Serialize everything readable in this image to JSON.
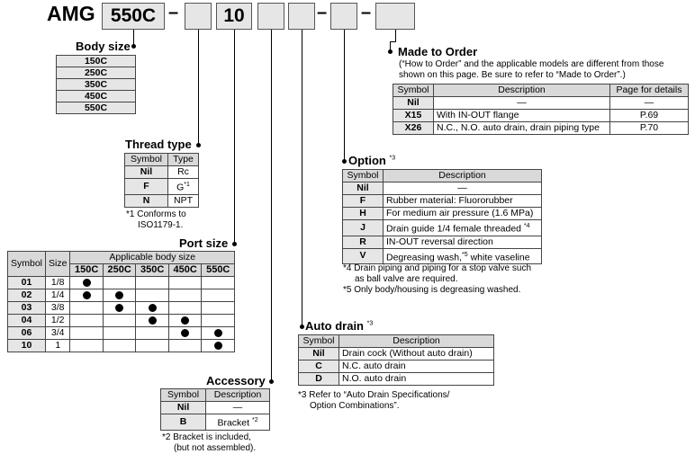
{
  "header": {
    "prefix": "AMG",
    "model": "550C",
    "port": "10",
    "dash": "–"
  },
  "body_size": {
    "title": "Body size",
    "items": [
      "150C",
      "250C",
      "350C",
      "450C",
      "550C"
    ]
  },
  "thread_type": {
    "title": "Thread type",
    "h_symbol": "Symbol",
    "h_type": "Type",
    "rows": [
      {
        "symbol": "Nil",
        "type": "Rc",
        "sup": ""
      },
      {
        "symbol": "F",
        "type": "G",
        "sup": "*1"
      },
      {
        "symbol": "N",
        "type": "NPT",
        "sup": ""
      }
    ],
    "note_line1": "*1  Conforms to",
    "note_line2": "ISO1179-1."
  },
  "port_size": {
    "title": "Port size",
    "h_symbol": "Symbol",
    "h_size": "Size",
    "h_applicable": "Applicable body size",
    "sizes": [
      "150C",
      "250C",
      "350C",
      "450C",
      "550C"
    ],
    "rows": [
      {
        "symbol": "01",
        "size": "1/8",
        "marks": [
          true,
          false,
          false,
          false,
          false
        ]
      },
      {
        "symbol": "02",
        "size": "1/4",
        "marks": [
          true,
          true,
          false,
          false,
          false
        ]
      },
      {
        "symbol": "03",
        "size": "3/8",
        "marks": [
          false,
          true,
          true,
          false,
          false
        ]
      },
      {
        "symbol": "04",
        "size": "1/2",
        "marks": [
          false,
          false,
          true,
          true,
          false
        ]
      },
      {
        "symbol": "06",
        "size": "3/4",
        "marks": [
          false,
          false,
          false,
          true,
          true
        ]
      },
      {
        "symbol": "10",
        "size": "1",
        "marks": [
          false,
          false,
          false,
          false,
          true
        ]
      }
    ]
  },
  "accessory": {
    "title": "Accessory",
    "h_symbol": "Symbol",
    "h_desc": "Description",
    "rows": [
      {
        "symbol": "Nil",
        "desc": "—",
        "sup": ""
      },
      {
        "symbol": "B",
        "desc": "Bracket",
        "sup": "*2"
      }
    ],
    "note_line1": "*2  Bracket is included,",
    "note_line2": "(but not assembled)."
  },
  "auto_drain": {
    "title": "Auto drain",
    "title_sup": "*3",
    "h_symbol": "Symbol",
    "h_desc": "Description",
    "rows": [
      {
        "symbol": "Nil",
        "desc": "Drain cock (Without auto drain)"
      },
      {
        "symbol": "C",
        "desc": "N.C. auto drain"
      },
      {
        "symbol": "D",
        "desc": "N.O. auto drain"
      }
    ],
    "note_line1": "*3  Refer to “Auto Drain Specifications/",
    "note_line2": "Option Combinations”."
  },
  "option": {
    "title": "Option",
    "title_sup": "*3",
    "h_symbol": "Symbol",
    "h_desc": "Description",
    "rows": [
      {
        "symbol": "Nil",
        "desc": "—",
        "sup": ""
      },
      {
        "symbol": "F",
        "desc": "Rubber material: Fluororubber",
        "sup": ""
      },
      {
        "symbol": "H",
        "desc": "For medium air pressure (1.6 MPa)",
        "sup": ""
      },
      {
        "symbol": "J",
        "desc": "Drain guide 1/4 female threaded",
        "sup": "*4"
      },
      {
        "symbol": "R",
        "desc": "IN-OUT reversal direction",
        "sup": ""
      },
      {
        "symbol": "V",
        "desc": "Degreasing wash,",
        "sup": "*5",
        "desc2": " white vaseline"
      }
    ],
    "note4_line1": "*4  Drain piping and piping for a stop valve such",
    "note4_line2": "as ball valve are required.",
    "note5": "*5  Only body/housing is degreasing washed."
  },
  "made_to_order": {
    "title": "Made to Order",
    "note_line1": "(“How to Order” and the applicable models are different from those",
    "note_line2": "shown on this page. Be sure to refer to “Made to Order”.)",
    "h_symbol": "Symbol",
    "h_desc": "Description",
    "h_page": "Page for details",
    "rows": [
      {
        "symbol": "Nil",
        "desc": "—",
        "page": "—"
      },
      {
        "symbol": "X15",
        "desc": "With IN-OUT flange",
        "page": "P.69"
      },
      {
        "symbol": "X26",
        "desc": "N.C., N.O. auto drain, drain piping type",
        "page": "P.70"
      }
    ]
  }
}
